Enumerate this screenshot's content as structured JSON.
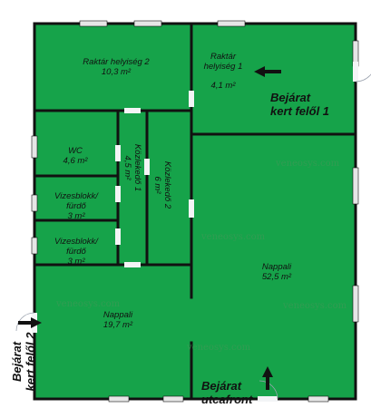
{
  "colors": {
    "floor": "#16a34a",
    "wall": "#111111",
    "background": "#ffffff",
    "window": "#e6e6e6",
    "door": "#9ca3af",
    "arrow": "#111111"
  },
  "rooms": {
    "storage2": {
      "name": "Raktár helyiség  2",
      "area": "10,3 m²"
    },
    "storage1": {
      "name": "Raktár\nhelyiség 1",
      "area": "4,1 m²"
    },
    "wc": {
      "name": "WC",
      "area": "4,6 m²"
    },
    "bathroom1": {
      "name": "Vizesblokk/\nfürdő",
      "area": "3 m²"
    },
    "bathroom2": {
      "name": "Vizesblokk/\nfürdő",
      "area": "3 m²"
    },
    "corridor1": {
      "name": "Közlekedő 1",
      "area": "4,5 m²"
    },
    "corridor2": {
      "name": "Közlekedő 2",
      "area": "6 m²"
    },
    "living_large": {
      "name": "Nappali",
      "area": "52,5 m²"
    },
    "living_small": {
      "name": "Nappali",
      "area": "19,7  m²"
    }
  },
  "entrances": {
    "garden1": "Bejárat\nkert felől 1",
    "garden2": "Bejárat\nkert felől 2",
    "street": "Bejárat\nutcafront"
  },
  "watermark": "veneosys.com"
}
